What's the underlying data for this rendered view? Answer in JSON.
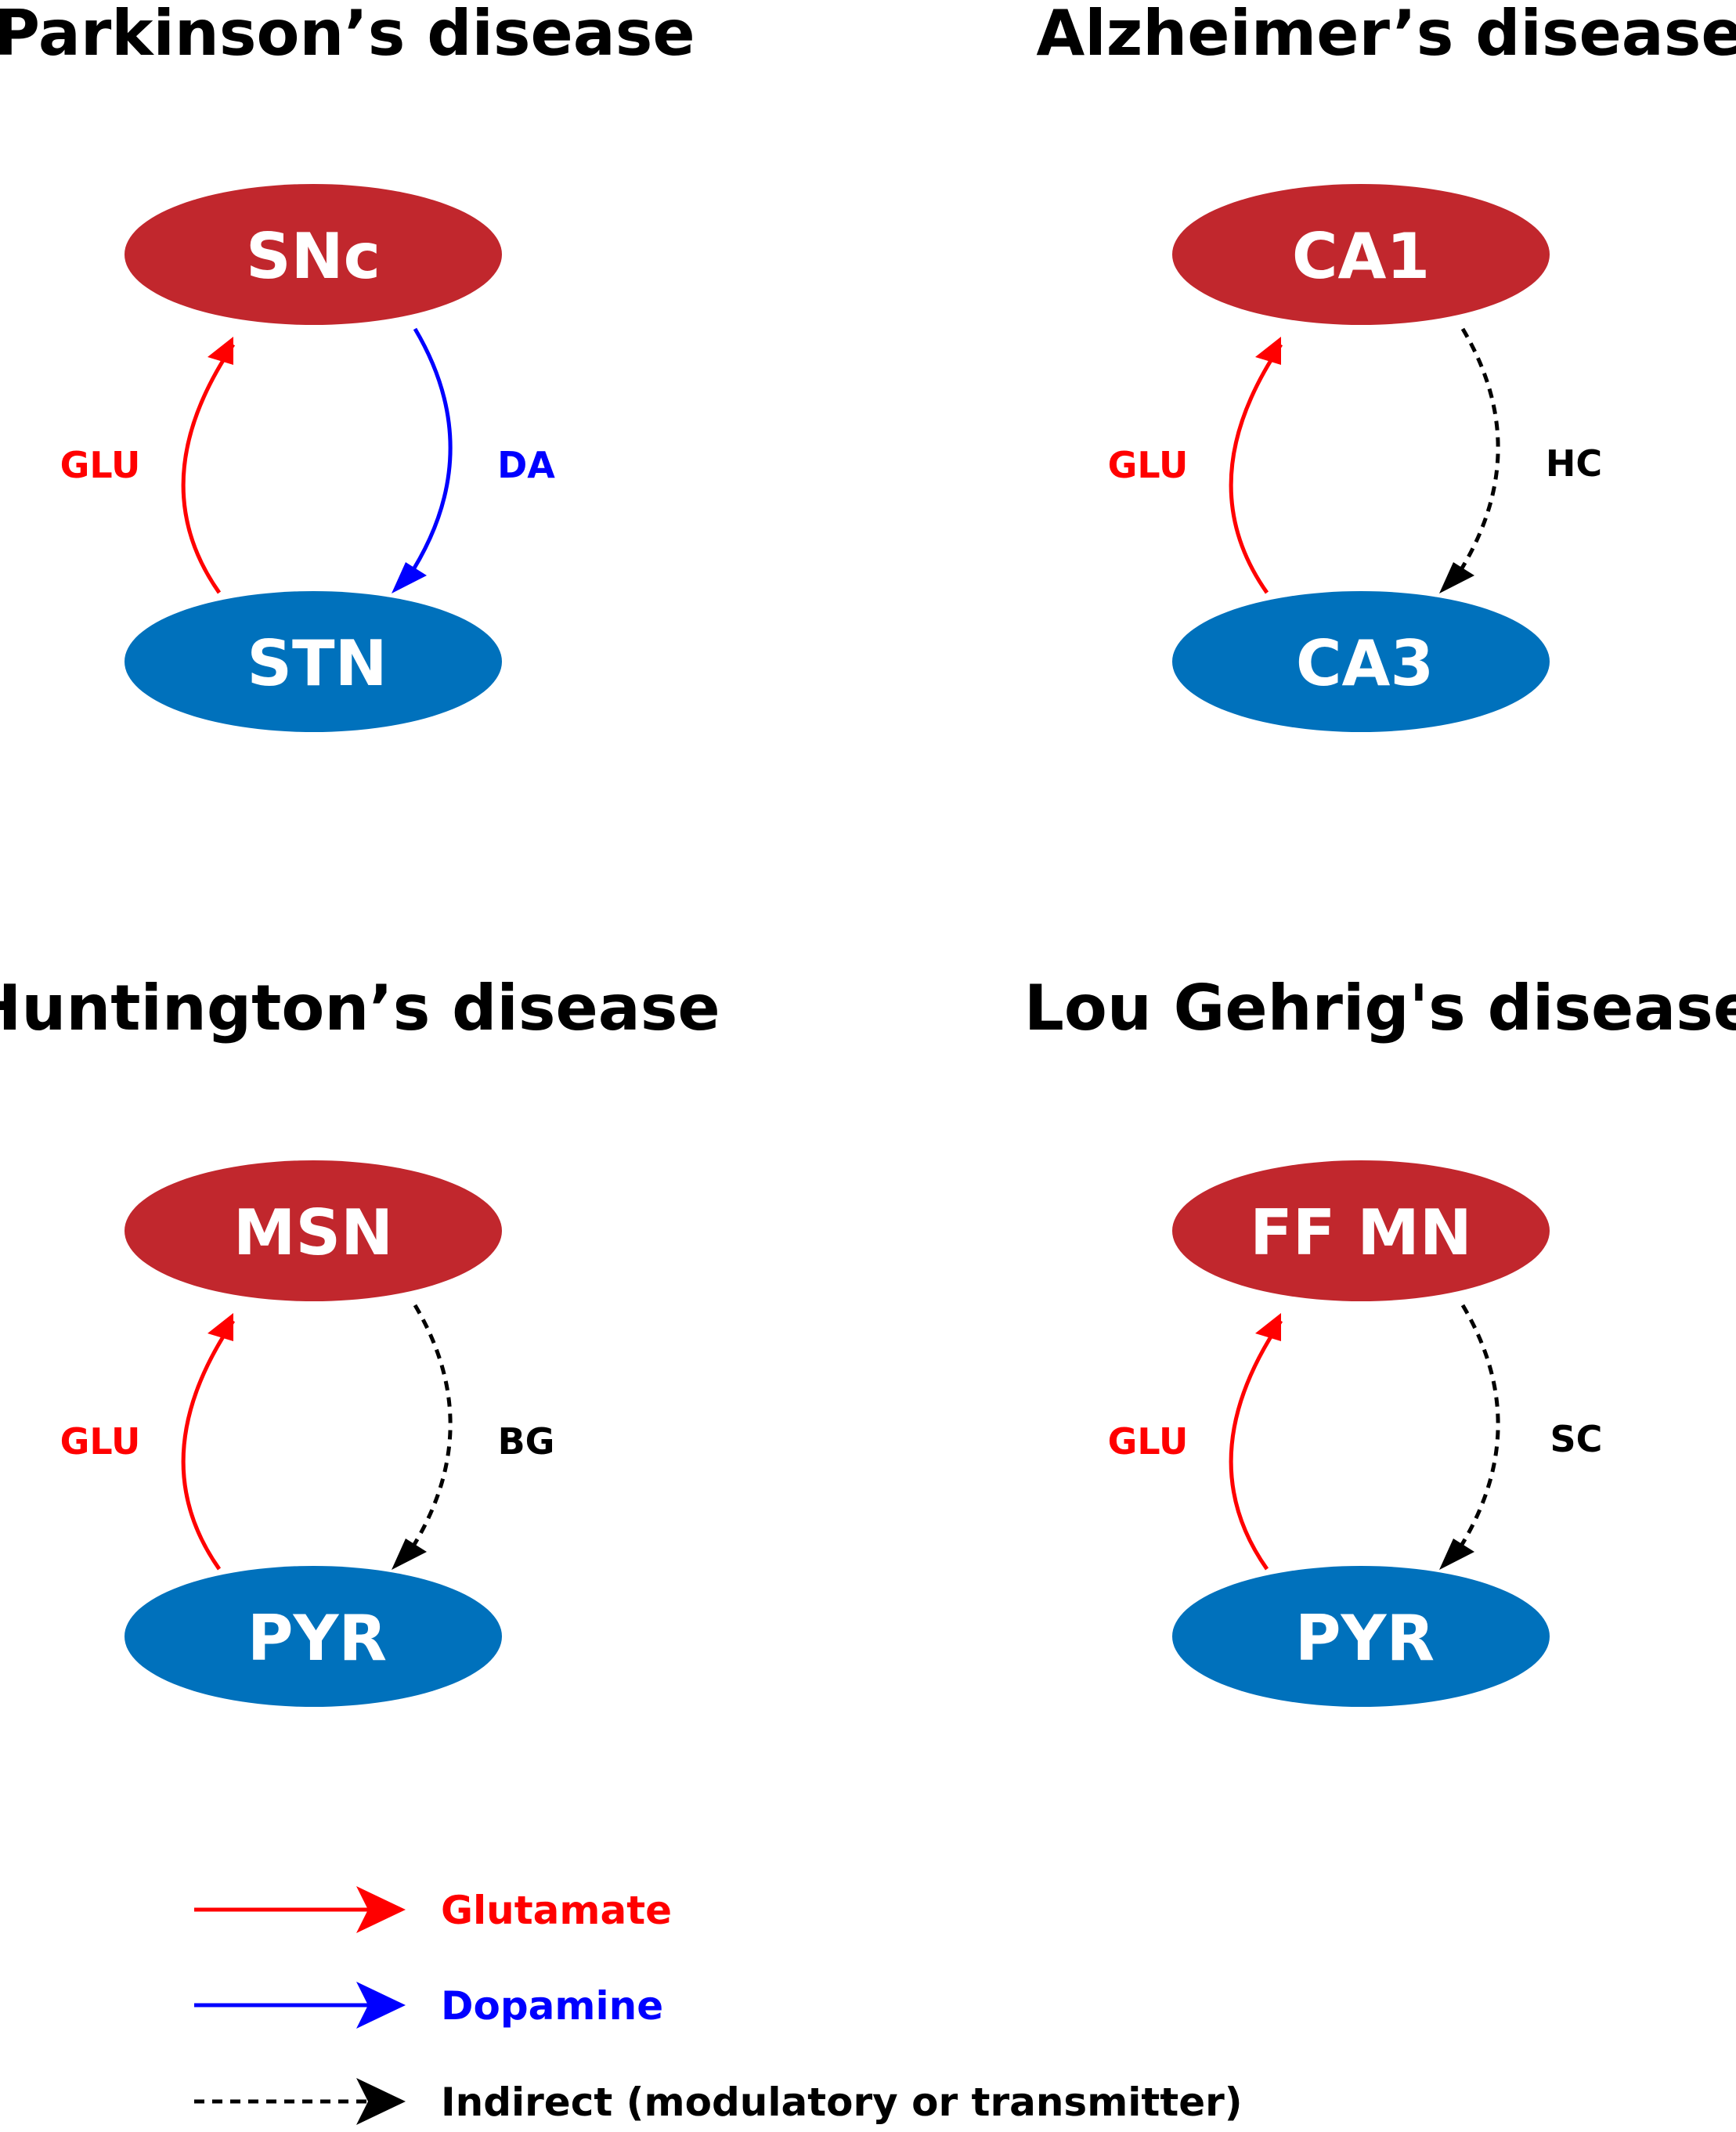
{
  "colors": {
    "node_top": "#c1272d",
    "node_bottom": "#0071bc",
    "glutamate": "#ff0000",
    "dopamine": "#0000ff",
    "indirect": "#000000"
  },
  "panels": [
    {
      "title": "Parkinson’s disease",
      "top_node": "SNc",
      "bottom_node": "STN",
      "up_label": "GLU",
      "down_label": "DA",
      "down_type": "dopamine"
    },
    {
      "title": "Alzheimer’s disease",
      "top_node": "CA1",
      "bottom_node": "CA3",
      "up_label": "GLU",
      "down_label": "HC",
      "down_type": "indirect"
    },
    {
      "title": "Huntington’s disease",
      "top_node": "MSN",
      "bottom_node": "PYR",
      "up_label": "GLU",
      "down_label": "BG",
      "down_type": "indirect"
    },
    {
      "title": "Lou Gehrig's disease",
      "top_node": "FF MN",
      "bottom_node": "PYR",
      "up_label": "GLU",
      "down_label": "SC",
      "down_type": "indirect"
    }
  ],
  "legend": [
    {
      "type": "glutamate",
      "label": "Glutamate"
    },
    {
      "type": "dopamine",
      "label": "Dopamine"
    },
    {
      "type": "indirect",
      "label": "Indirect (modulatory or transmitter)"
    }
  ]
}
